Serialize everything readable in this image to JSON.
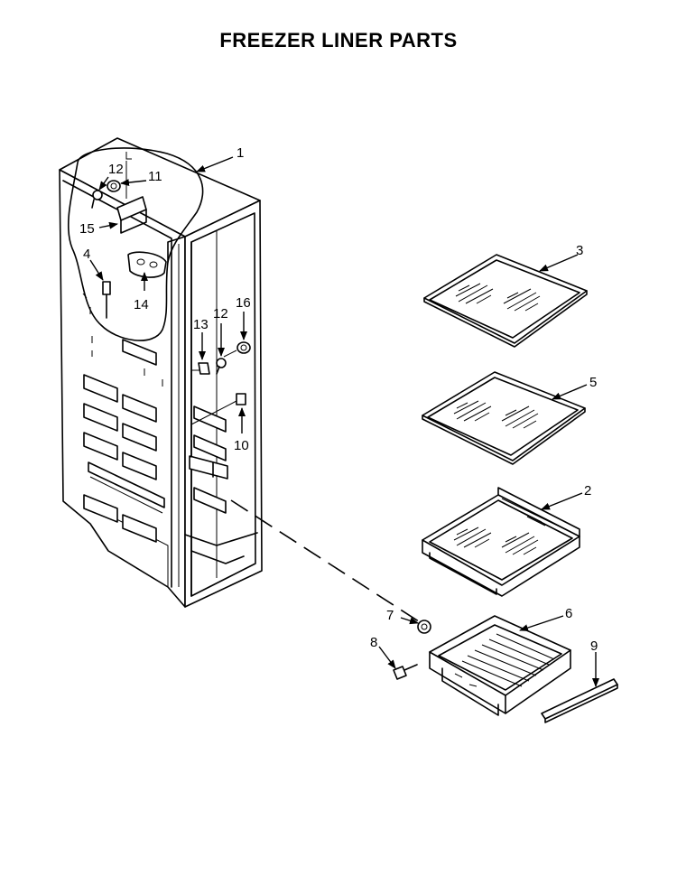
{
  "title": "FREEZER LINER PARTS",
  "callouts": {
    "c1": "1",
    "c2": "2",
    "c3": "3",
    "c4": "4",
    "c5": "5",
    "c6": "6",
    "c7": "7",
    "c8": "8",
    "c9": "9",
    "c10": "10",
    "c11": "11",
    "c12a": "12",
    "c12b": "12",
    "c13": "13",
    "c14": "14",
    "c15": "15",
    "c16": "16"
  }
}
